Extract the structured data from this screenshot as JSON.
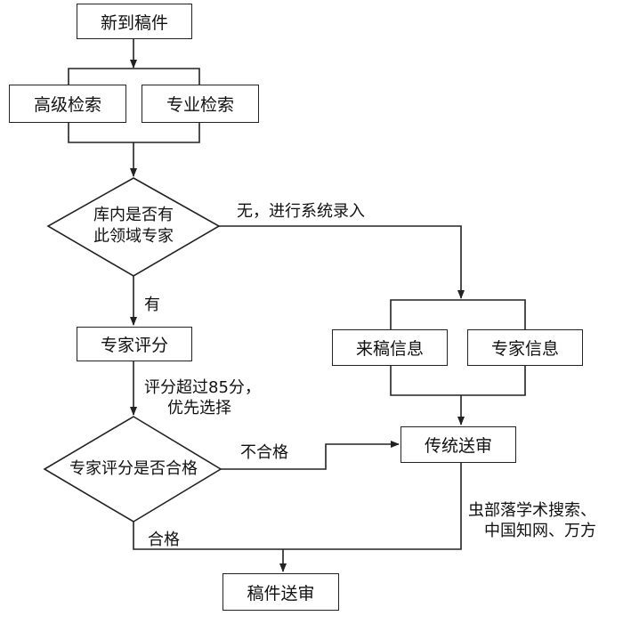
{
  "nodes": {
    "new_manuscript": "新到稿件",
    "advanced_search": "高级检索",
    "expert_search": "专业检索",
    "expert_in_db_line1": "库内是否有",
    "expert_in_db_line2": "此领域专家",
    "expert_score": "专家评分",
    "score_qualified": "专家评分是否合格",
    "manuscript_info": "来稿信息",
    "expert_info": "专家信息",
    "traditional_review": "传统送审",
    "send_review": "稿件送审"
  },
  "edges": {
    "no_system_entry": "无，进行系统录入",
    "yes": "有",
    "score_over_line1": "评分超过85分，",
    "score_over_line2": "优先选择",
    "not_qualified": "不合格",
    "qualified": "合格",
    "sources_line1": "虫部落学术搜索、",
    "sources_line2": "中国知网、万方"
  }
}
